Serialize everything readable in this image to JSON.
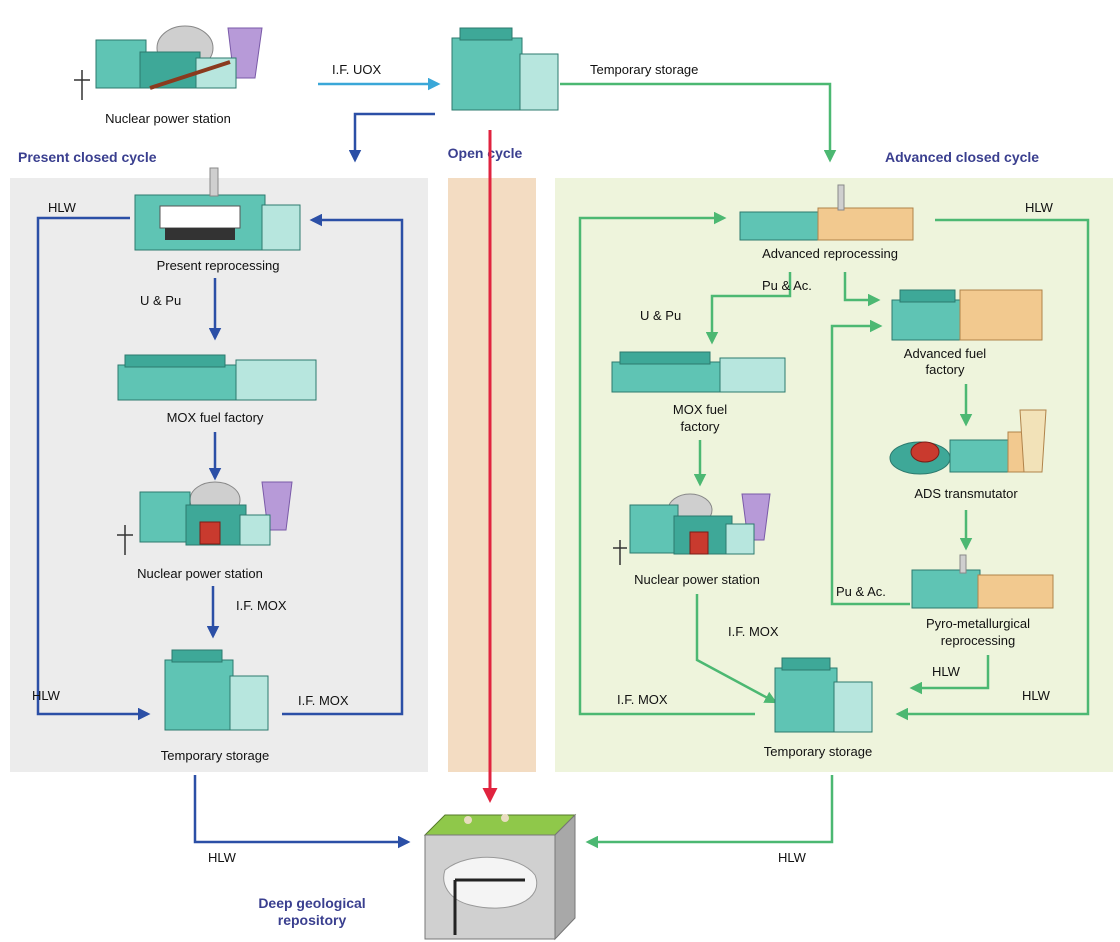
{
  "sections": {
    "present_title": "Present closed cycle",
    "open_title": "Open cycle",
    "advanced_title": "Advanced closed cycle"
  },
  "top": {
    "power_station": "Nuclear power station",
    "uox_label": "I.F. UOX",
    "temp_storage_label": "Temporary storage"
  },
  "present": {
    "reprocessing": "Present reprocessing",
    "u_pu": "U & Pu",
    "mox_factory": "MOX fuel factory",
    "power_station": "Nuclear power station",
    "if_mox_down": "I.F. MOX",
    "temp_storage": "Temporary storage",
    "hlw_top": "HLW",
    "hlw_left": "HLW",
    "if_mox_right": "I.F. MOX"
  },
  "advanced": {
    "reprocessing": "Advanced reprocessing",
    "hlw_top": "HLW",
    "u_pu": "U & Pu",
    "pu_ac_top": "Pu & Ac.",
    "mox_factory_line1": "MOX fuel",
    "mox_factory_line2": "factory",
    "adv_factory_line1": "Advanced fuel",
    "adv_factory_line2": "factory",
    "ads": "ADS transmutator",
    "pyro_line1": "Pyro-metallurgical",
    "pyro_line2": "reprocessing",
    "pu_ac_left": "Pu & Ac.",
    "power_station": "Nuclear power station",
    "if_mox_down": "I.F. MOX",
    "hlw_pyro": "HLW",
    "hlw_right": "HLW",
    "if_mox_left": "I.F. MOX",
    "temp_storage": "Temporary storage"
  },
  "bottom": {
    "hlw_left": "HLW",
    "hlw_right": "HLW",
    "repository_line1": "Deep geological",
    "repository_line2": "repository"
  },
  "colors": {
    "present_bg": "#ececec",
    "open_band": "#f3dcc2",
    "advanced_bg": "#eef4dc",
    "blue": "#2b4fa6",
    "green": "#4cb872",
    "cyan": "#3aa7d8",
    "red": "#e0233f",
    "heading": "#3a3f8f"
  }
}
